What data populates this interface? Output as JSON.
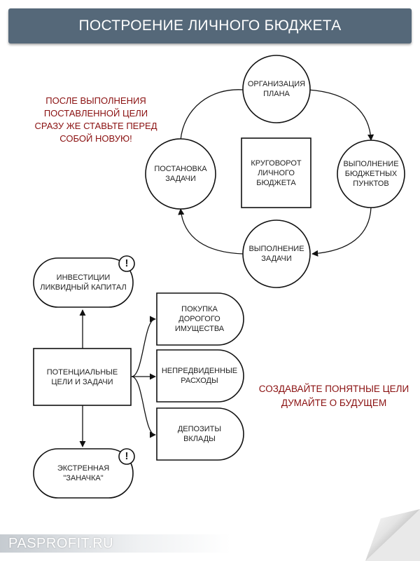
{
  "header": {
    "title": "ПОСТРОЕНИЕ ЛИЧНОГО БЮДЖЕТА"
  },
  "notes": {
    "left": "ПОСЛЕ ВЫПОЛНЕНИЯ\nПОСТАВЛЕННОЙ ЦЕЛИ\nСРАЗУ ЖЕ СТАВЬТЕ ПЕРЕД\nСОБОЙ НОВУЮ!",
    "right": "СОЗДАВАЙТЕ ПОНЯТНЫЕ ЦЕЛИ\nДУМАЙТЕ О БУДУЩЕМ"
  },
  "cycle": {
    "center": "КРУГОВОРОТ\nЛИЧНОГО\nБЮДЖЕТА",
    "top": "ОРГАНИЗАЦИЯ\nПЛАНА",
    "right": "ВЫПОЛНЕНИЕ\nБЮДЖЕТНЫХ\nПУНКТОВ",
    "bottom": "ВЫПОЛНЕНИЕ\nЗАДАЧИ",
    "left": "ПОСТАНОВКА\nЗАДАЧИ"
  },
  "goals": {
    "root": "ПОТЕНЦИАЛЬНЫЕ\nЦЕЛИ И ЗАДАЧИ",
    "investments": "ИНВЕСТИЦИИ\nЛИКВИДНЫЙ КАПИТАЛ",
    "emergency": "ЭКСТРЕННАЯ\n\"ЗАНАЧКА\"",
    "purchase": "ПОКУПКА\nДОРОГОГО\nИМУЩЕСТВА",
    "unexpected": "НЕПРЕДВИДЕННЫЕ\nРАСХОДЫ",
    "deposits": "ДЕПОЗИТЫ\nВКЛАДЫ",
    "warning_glyph": "!"
  },
  "watermark": {
    "text": "PASPROFIT.RU"
  },
  "colors": {
    "banner": "#556879",
    "accent_text": "#8a1010",
    "stroke": "#111111"
  }
}
